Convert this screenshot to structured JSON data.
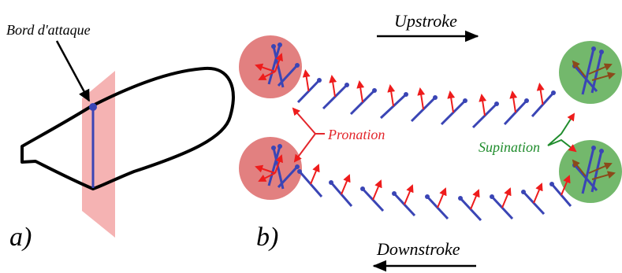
{
  "panel_a": {
    "label": "a)",
    "annotation": "Bord d'attaque"
  },
  "panel_b": {
    "label": "b)",
    "upstroke_label": "Upstroke",
    "downstroke_label": "Downstroke",
    "pronation_label": "Pronation",
    "supination_label": "Supination"
  },
  "colors": {
    "wing_outline": "#000000",
    "plane": "#f08a8a",
    "chord": "#3a45b5",
    "normal_vector": "#ee1c1c",
    "pronation_zone": "#dd6a6a",
    "supination_zone": "#5aab52",
    "pronation_text": "#e3262c",
    "supination_text": "#1f8c2c",
    "brown_vector": "#8b4a1a"
  }
}
